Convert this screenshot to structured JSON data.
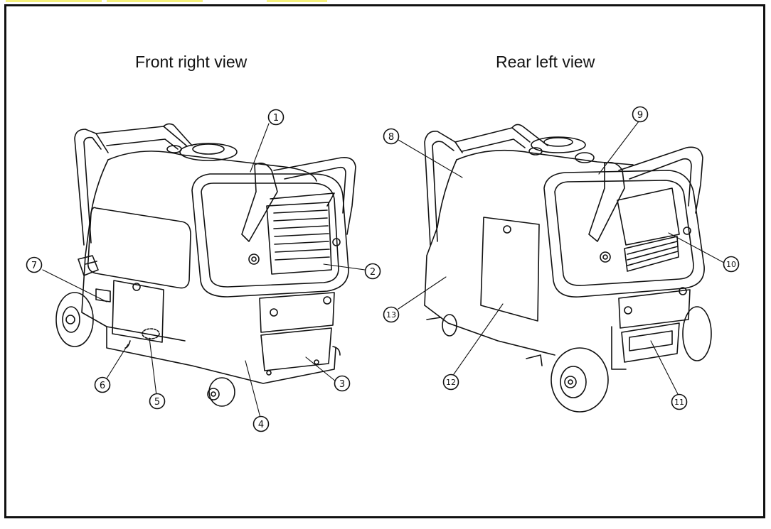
{
  "views": {
    "front_title": "Front right view",
    "rear_title": "Rear left view"
  },
  "callouts": [
    "1",
    "2",
    "3",
    "4",
    "5",
    "6",
    "7",
    "8",
    "9",
    "10",
    "11",
    "12",
    "13"
  ],
  "colors": {
    "line": "#111111",
    "paper": "#ffffff",
    "tab_highlight": "#f5f07a"
  }
}
